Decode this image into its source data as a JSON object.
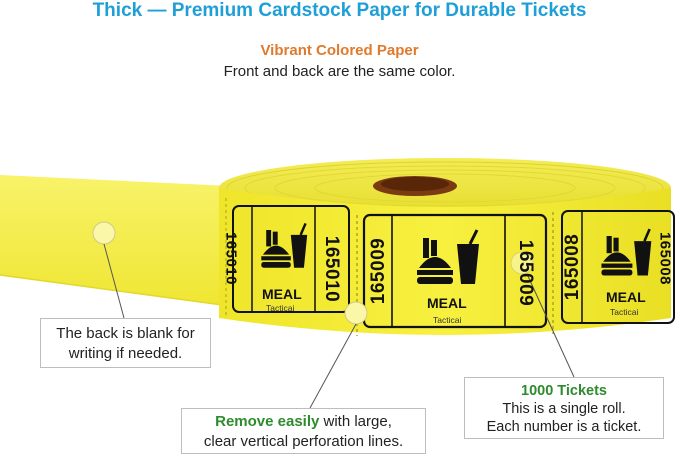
{
  "heading": {
    "title": "Thick — Premium Cardstock Paper for Durable Tickets",
    "subtitle": "Vibrant Colored Paper",
    "subtitle_detail": "Front and back are the same color."
  },
  "tickets": [
    {
      "number": "165010",
      "label": "MEAL",
      "brand": "Tacticai"
    },
    {
      "number": "165009",
      "label": "MEAL",
      "brand": "Tacticai"
    },
    {
      "number": "165008",
      "label": "MEAL",
      "brand": "Tacticai"
    }
  ],
  "callouts": {
    "back": {
      "text": "The back is blank for writing if needed."
    },
    "perforation": {
      "highlight": "Remove easily",
      "rest_line1": " with large,",
      "line2": "clear vertical perforation lines."
    },
    "count": {
      "highlight": "1000 Tickets",
      "line2": "This is a single roll.",
      "line3": "Each number is a ticket."
    }
  },
  "colors": {
    "title": "#1f9fd8",
    "subtitle": "#e07a2c",
    "highlight": "#2e8b2e",
    "ticket_yellow": "#f5ef3a",
    "ticket_shadow": "#d9d21f"
  },
  "icons": {
    "ticket_art": "burger-and-drink-icon"
  }
}
